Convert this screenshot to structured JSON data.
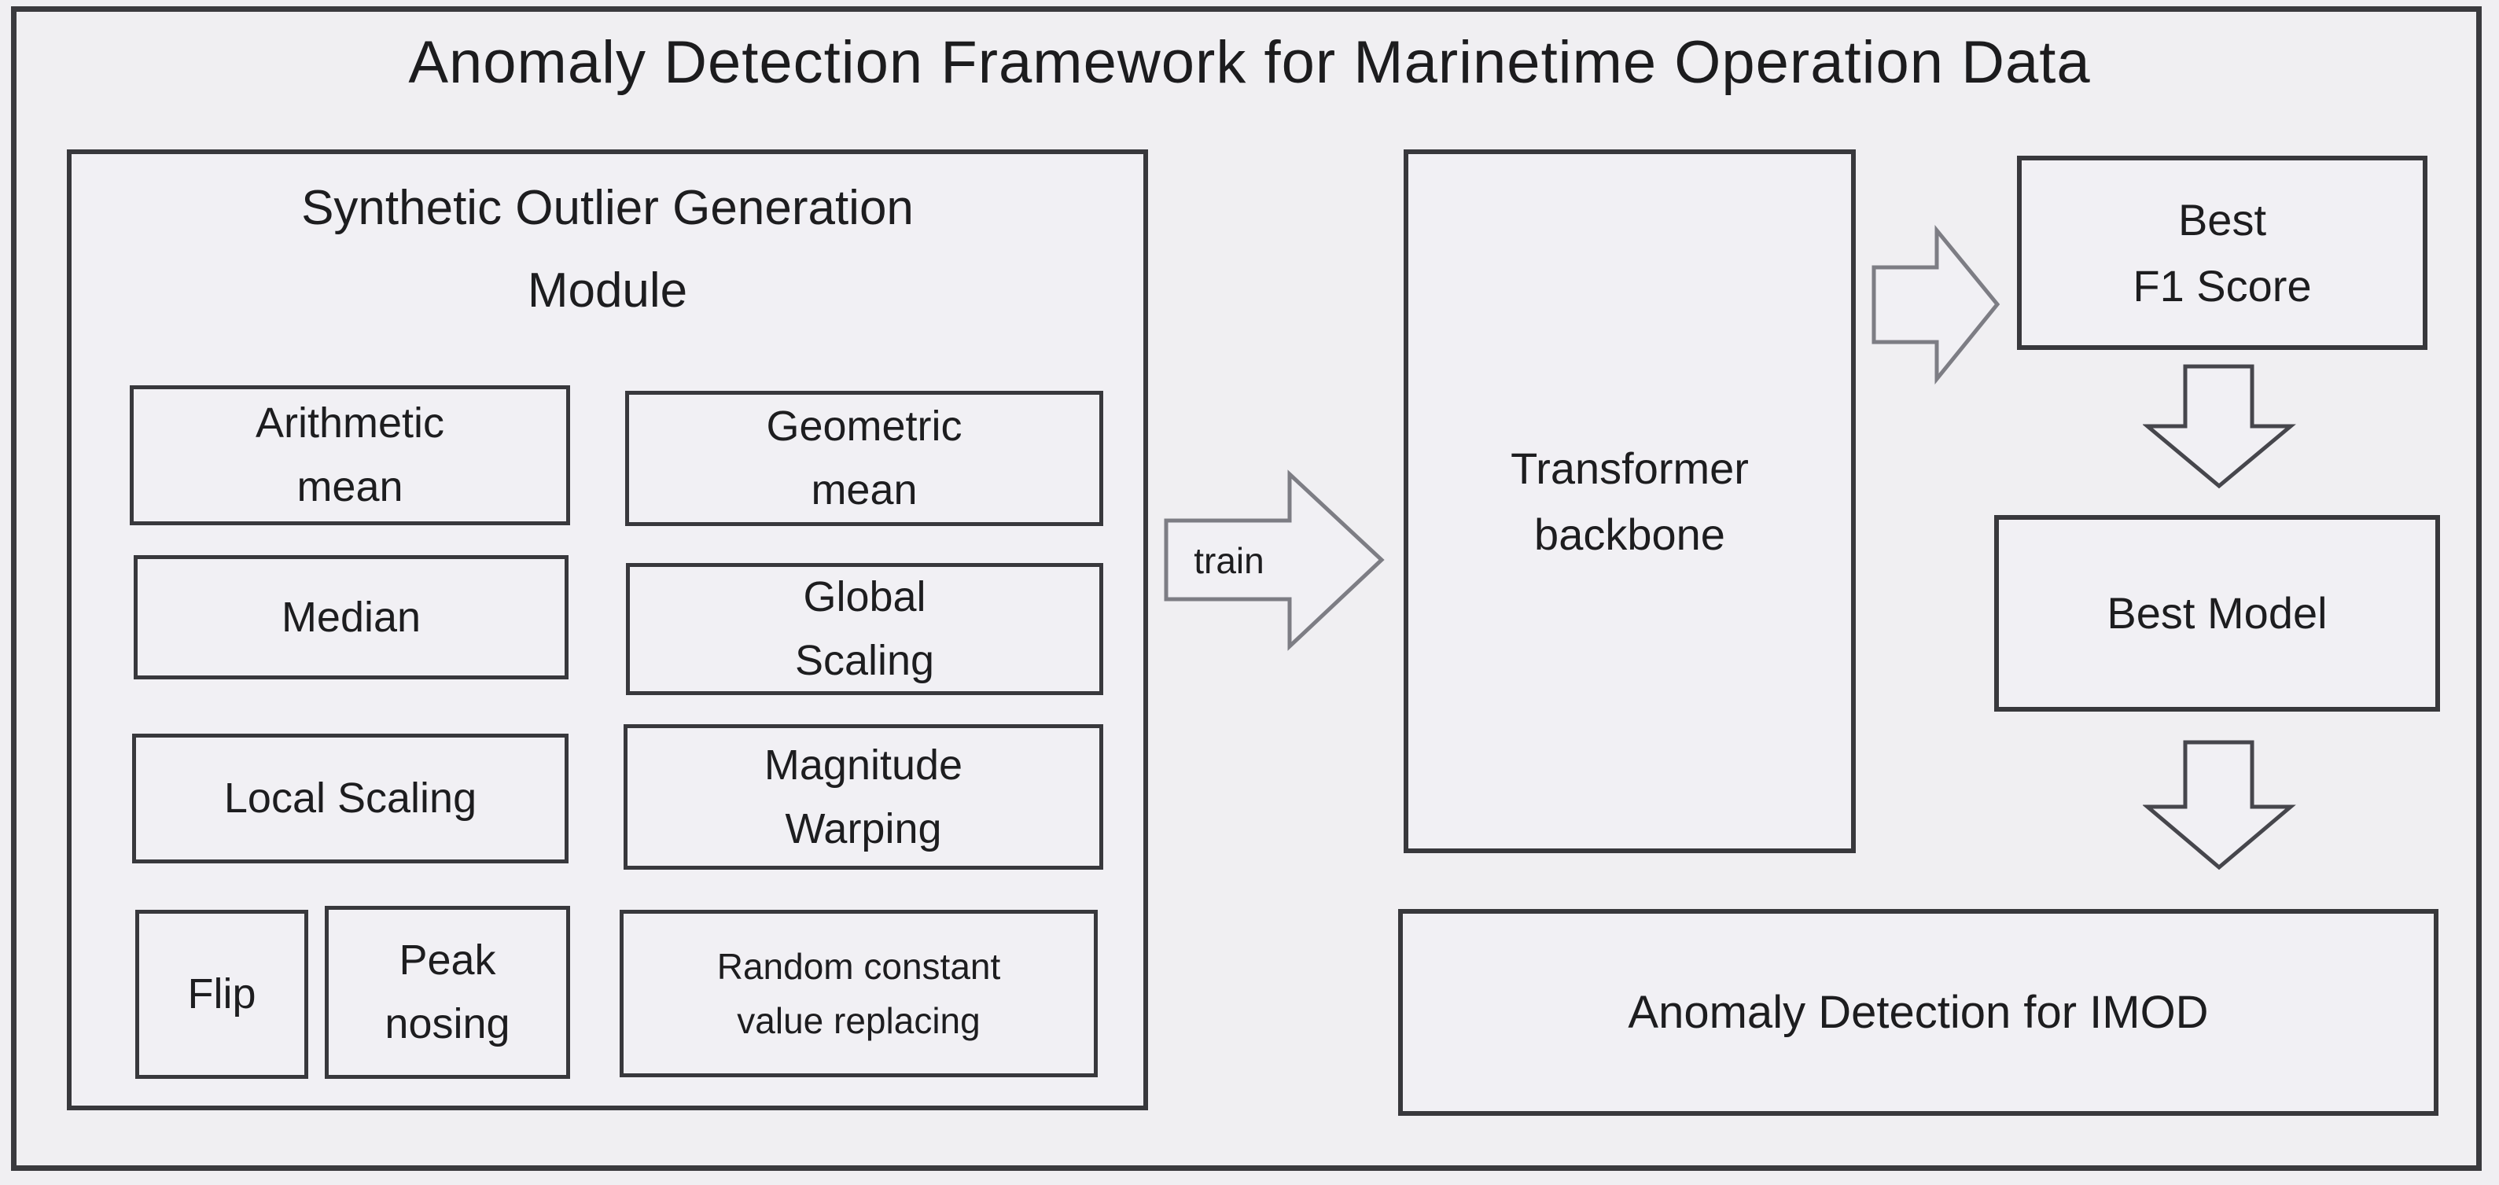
{
  "title": "Anomaly Detection Framework for Marinetime Operation Data",
  "module": {
    "title_lines": [
      "Synthetic Outlier Generation",
      "Module"
    ],
    "methods": [
      {
        "id": "arithmetic-mean",
        "lines": [
          "Arithmetic",
          "mean"
        ]
      },
      {
        "id": "geometric-mean",
        "lines": [
          "Geometric",
          "mean"
        ]
      },
      {
        "id": "median",
        "lines": [
          "Median"
        ]
      },
      {
        "id": "global-scaling",
        "lines": [
          "Global",
          "Scaling"
        ]
      },
      {
        "id": "local-scaling",
        "lines": [
          "Local Scaling"
        ]
      },
      {
        "id": "magnitude-warping",
        "lines": [
          "Magnitude",
          "Warping"
        ]
      },
      {
        "id": "flip",
        "lines": [
          "Flip"
        ]
      },
      {
        "id": "peak-nosing",
        "lines": [
          "Peak",
          "nosing"
        ]
      },
      {
        "id": "random-constant-value-replacing",
        "lines": [
          "Random constant",
          "value replacing"
        ]
      }
    ]
  },
  "flow": {
    "train_label": "train",
    "backbone_lines": [
      "Transformer",
      "backbone"
    ],
    "best_f1_lines": [
      "Best",
      "F1 Score"
    ],
    "best_model_lines": [
      "Best Model"
    ],
    "output_lines": [
      "Anomaly Detection for IMOD"
    ]
  },
  "colors": {
    "background": "#f0eff2",
    "box_fill": "#f1f0f4",
    "box_border": "#38383c",
    "frame_border": "#3a3a3e",
    "arrow_outline_light": "#7d7d84",
    "arrow_outline_dark": "#46464c",
    "text": "#1d1d1f"
  }
}
